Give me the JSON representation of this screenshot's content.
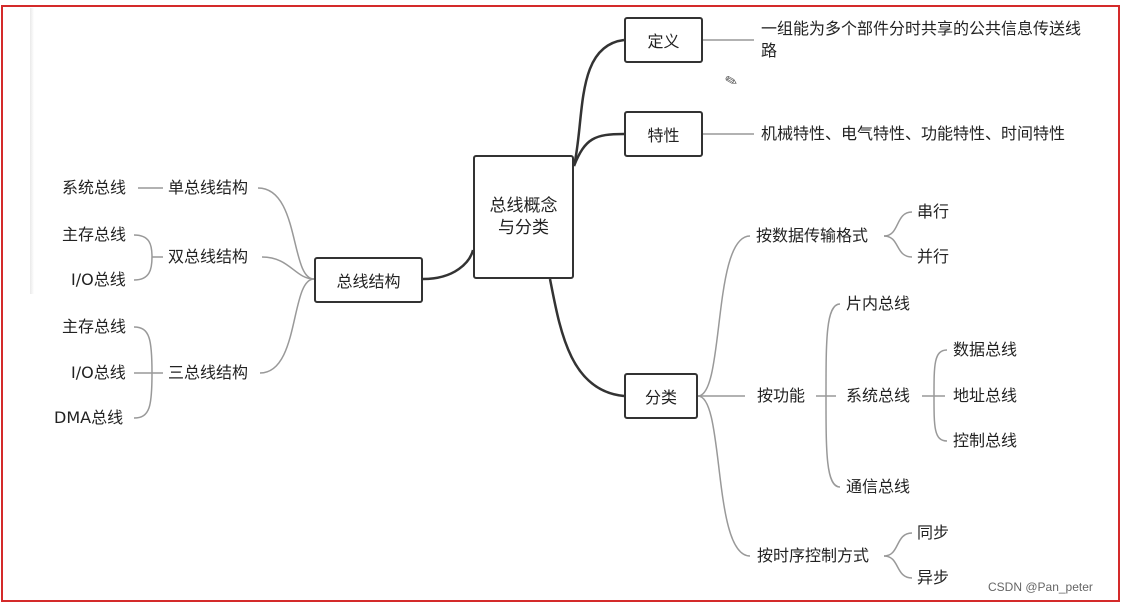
{
  "colors": {
    "frame": "#d42a2a",
    "line": "#333333",
    "branch": "#999999"
  },
  "root": {
    "text": "总线概念与分类"
  },
  "left": {
    "hub": "总线结构",
    "single": {
      "label": "单总线结构",
      "item": "系统总线"
    },
    "double": {
      "label": "双总线结构",
      "items": [
        "主存总线",
        "I/O总线"
      ]
    },
    "triple": {
      "label": "三总线结构",
      "items": [
        "主存总线",
        "I/O总线",
        "DMA总线"
      ]
    }
  },
  "right": {
    "definition": {
      "label": "定义",
      "text": "一组能为多个部件分时共享的公共信息传送线路"
    },
    "feature": {
      "label": "特性",
      "text": "机械特性、电气特性、功能特性、时间特性"
    },
    "classification": {
      "label": "分类",
      "by_format": {
        "label": "按数据传输格式",
        "items": [
          "串行",
          "并行"
        ]
      },
      "by_function": {
        "label": "按功能",
        "onchip": "片内总线",
        "system": {
          "label": "系统总线",
          "items": [
            "数据总线",
            "地址总线",
            "控制总线"
          ]
        },
        "comm": "通信总线"
      },
      "by_timing": {
        "label": "按时序控制方式",
        "items": [
          "同步",
          "异步"
        ]
      }
    }
  },
  "icons": {
    "pencil": "pencil-icon"
  },
  "watermark": "CSDN @Pan_peter"
}
